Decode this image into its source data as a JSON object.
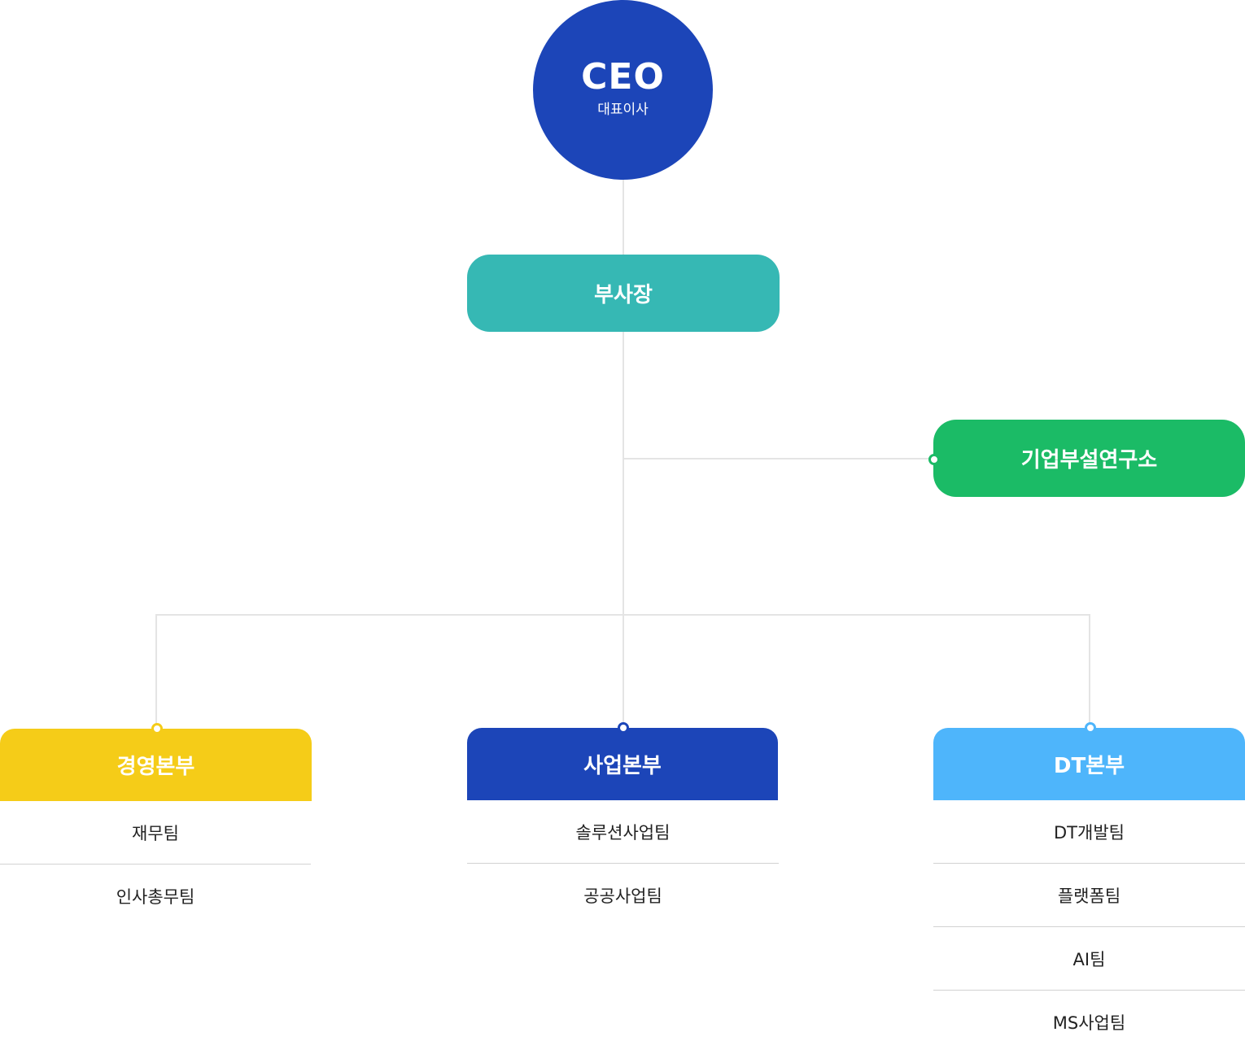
{
  "colors": {
    "ceo": "#1c45b8",
    "vice_president": "#36b8b4",
    "research_lab": "#1bbb66",
    "management": "#f5cc18",
    "business": "#1c45b8",
    "dt": "#4eb5fb",
    "line": "#e4e4e4"
  },
  "ceo": {
    "title": "CEO",
    "subtitle": "대표이사"
  },
  "vice_president": {
    "label": "부사장"
  },
  "research_lab": {
    "label": "기업부설연구소"
  },
  "divisions": [
    {
      "label": "경영본부",
      "teams": [
        "재무팀",
        "인사총무팀"
      ]
    },
    {
      "label": "사업본부",
      "teams": [
        "솔루션사업팀",
        "공공사업팀"
      ]
    },
    {
      "label": "DT본부",
      "teams": [
        "DT개발팀",
        "플랫폼팀",
        "AI팀",
        "MS사업팀"
      ]
    }
  ]
}
